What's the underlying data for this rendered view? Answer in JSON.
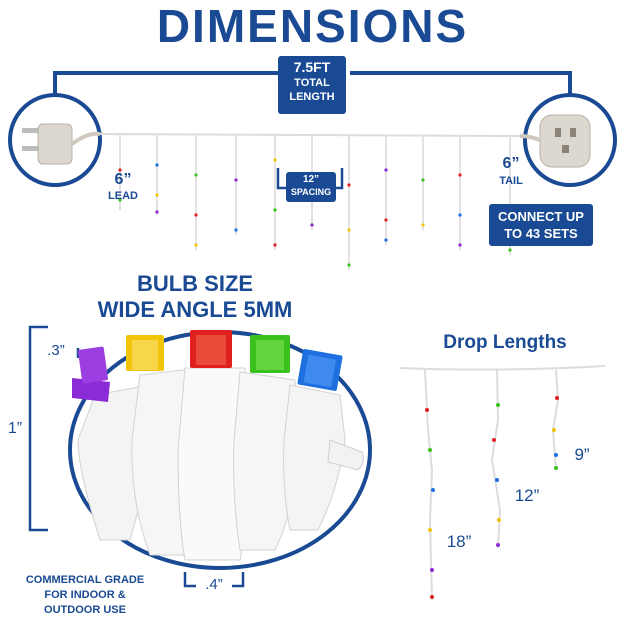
{
  "title": "DIMENSIONS",
  "total_length": {
    "line1": "7.5FT",
    "line2": "TOTAL",
    "line3": "LENGTH"
  },
  "lead": {
    "value": "6”",
    "label": "LEAD"
  },
  "spacing": {
    "value": "12”",
    "label": "SPACING"
  },
  "tail": {
    "value": "6”",
    "label": "TAIL"
  },
  "connect": {
    "line1": "CONNECT UP",
    "line2": "TO 43 SETS"
  },
  "bulb_size": {
    "line1": "BULB SIZE",
    "line2": "WIDE ANGLE 5MM"
  },
  "bulb_dims": {
    "top": ".3”",
    "height": "1”",
    "width": ".4”"
  },
  "drop_lengths": {
    "title": "Drop Lengths",
    "short": "9”",
    "medium": "12”",
    "long": "18”"
  },
  "grade": {
    "line1": "COMMERCIAL GRADE",
    "line2": "FOR INDOOR &",
    "line3": "OUTDOOR USE"
  },
  "colors": {
    "brand_blue": "#1a4a93",
    "purple": "#8b2bd6",
    "yellow": "#f2c40a",
    "red": "#e01f1f",
    "green": "#39c21c",
    "blue": "#1e6fe0"
  }
}
